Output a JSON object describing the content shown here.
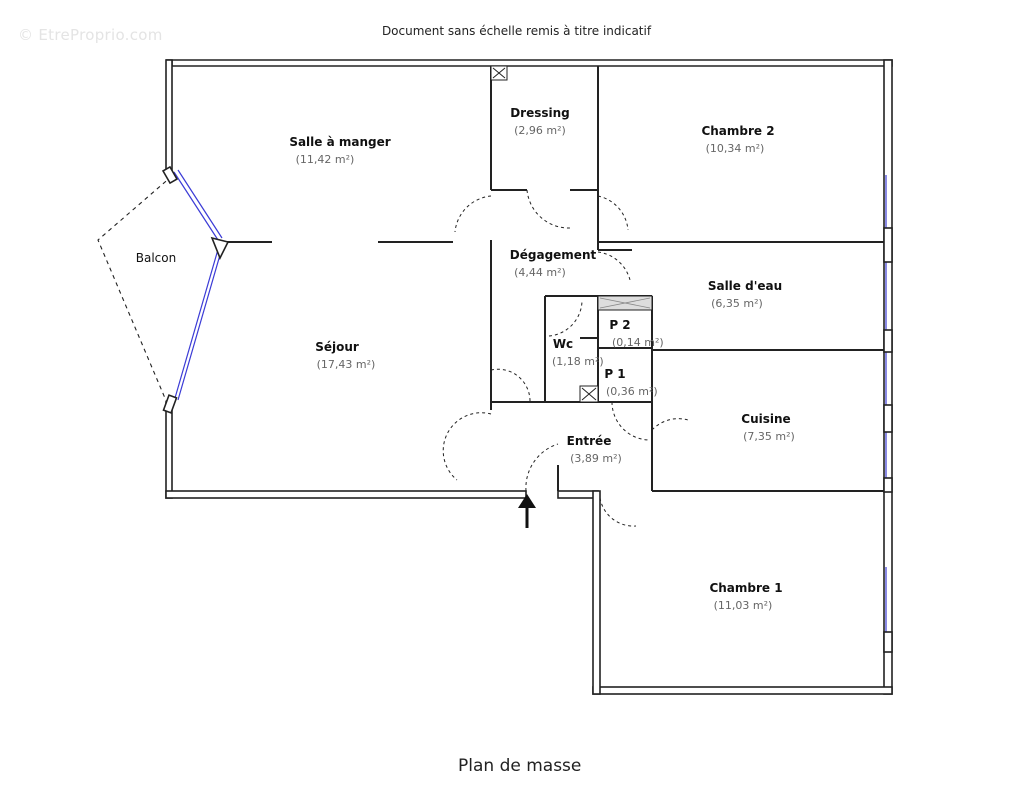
{
  "watermark": "© EtreProprio.com",
  "disclaimer": "Document sans échelle remis à titre indicatif",
  "footer_title": "Plan de masse",
  "rooms": {
    "salle_a_manger": {
      "name": "Salle à manger",
      "area": "(11,42 m²)"
    },
    "sejour": {
      "name": "Séjour",
      "area": "(17,43 m²)"
    },
    "dressing": {
      "name": "Dressing",
      "area": "(2,96 m²)"
    },
    "degagement": {
      "name": "Dégagement",
      "area": "(4,44 m²)"
    },
    "chambre_2": {
      "name": "Chambre 2",
      "area": "(10,34 m²)"
    },
    "salle_d_eau": {
      "name": "Salle d'eau",
      "area": "(6,35 m²)"
    },
    "p2": {
      "name": "P 2",
      "area": "(0,14 m²)"
    },
    "wc": {
      "name": "Wc",
      "area": "(1,18 m²)"
    },
    "p1": {
      "name": "P 1",
      "area": "(0,36 m²)"
    },
    "cuisine": {
      "name": "Cuisine",
      "area": "(7,35 m²)"
    },
    "entree": {
      "name": "Entrée",
      "area": "(3,89 m²)"
    },
    "chambre_1": {
      "name": "Chambre 1",
      "area": "(11,03 m²)"
    },
    "balcon": {
      "name": "Balcon"
    }
  },
  "colors": {
    "wall": "#222222",
    "window": "#3b3bd6",
    "area_text": "#666666"
  }
}
